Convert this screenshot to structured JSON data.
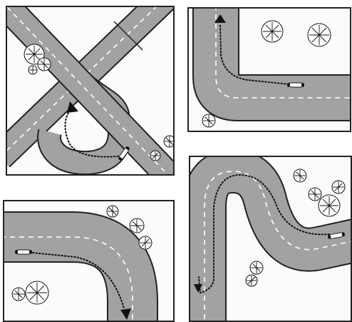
{
  "diagram": {
    "panels": [
      {
        "id": "panel-1",
        "scene": "overpass-loop"
      },
      {
        "id": "panel-2",
        "scene": "left-turn-corner"
      },
      {
        "id": "panel-3",
        "scene": "right-bend"
      },
      {
        "id": "panel-4",
        "scene": "s-curve"
      }
    ],
    "colors": {
      "road": "#a2a2a2",
      "road_edge": "#222222",
      "lane_marking": "#ffffff",
      "riding_line": "#111111",
      "background": "#fbfbfb"
    },
    "icons": [
      "tree-icon",
      "motorcycle-icon",
      "direction-arrow-icon"
    ]
  }
}
